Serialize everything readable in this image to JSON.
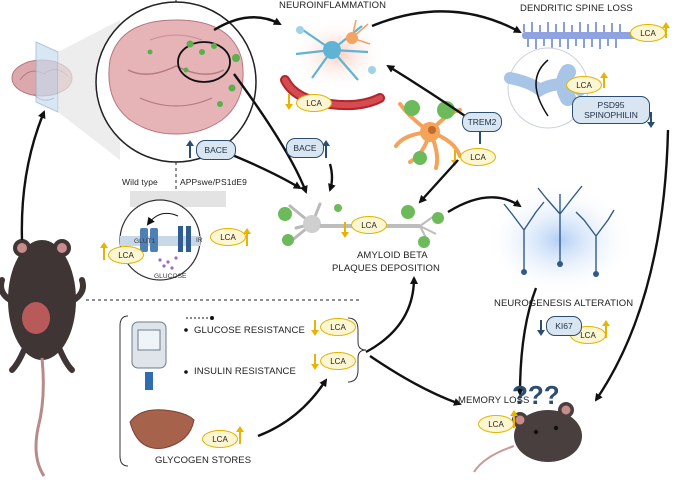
{
  "labels": {
    "neuroinflammation": "NEUROINFLAMMATION",
    "dendritic_spine_loss": "DENDRITIC SPINE LOSS",
    "wild_type": "Wild type",
    "appswe": "APPswe/PS1dE9",
    "amyloid_line1": "AMYLOID BETA",
    "amyloid_line2": "PLAQUES DEPOSITION",
    "neurogenesis_alteration": "NEUROGENESIS ALTERATION",
    "glucose_resistance": "GLUCOSE RESISTANCE",
    "insulin_resistance": "INSULIN RESISTANCE",
    "glycogen_stores": "GLYCOGEN STORES",
    "memory_loss": "MEMORY LOSS",
    "glut1": "GLUT1",
    "ir": "IR",
    "glucose": "GLUCOSE",
    "question_marks": "???"
  },
  "markers": {
    "lca": "LCA",
    "bace": "BACE",
    "trem2": "TREM2",
    "psd95": "PSD95",
    "spinophilin": "SPINOPHILIN",
    "ki67": "KI67"
  },
  "colors": {
    "up_arrow": "#e8b400",
    "down_arrow": "#e8b400",
    "marker_arrow": "#2b4d6e",
    "lca_fill": "#fdf6d3",
    "pill_fill": "#d9e6f2",
    "brain_pink": "#d9a3a7",
    "mouse_dark": "#4a3f3f",
    "neuron_glow": "#b9d3f5"
  }
}
